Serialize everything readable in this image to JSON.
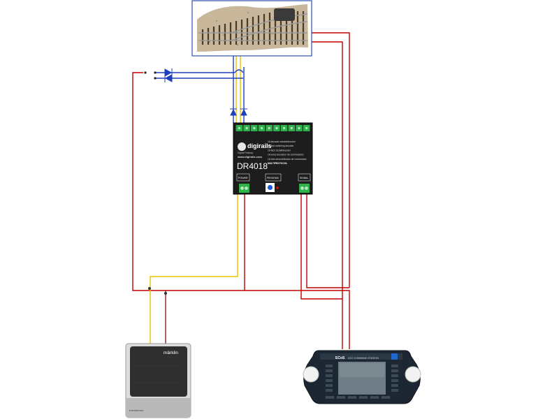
{
  "decoder": {
    "brand": "digirails",
    "brand_sub": "Digital Railway",
    "website": "www.digirails.com",
    "model": "DR4018",
    "descriptions": [
      "16-kanaals schakeldecoder",
      "16-fold switching decoder",
      "16-fach Schaltdecoder",
      "16-voies decodeur de commutation",
      "16-vias descodificador de conmutador",
      "MULTIPROTOCOL"
    ],
    "power_label": "POWER",
    "program_label": "PROGRAM",
    "signal_label": "SIGNAL",
    "terminal_count": 10
  },
  "transformer": {
    "brand": "märklin",
    "footer_label": "transformer"
  },
  "command_station": {
    "label": "ECoS",
    "sublabel": "DCC COMMAND STATION"
  },
  "wire_colors": {
    "red": "#c00000",
    "yellow": "#e8c200",
    "blue": "#1f3fbf",
    "dark_red": "#8b1a1a"
  }
}
